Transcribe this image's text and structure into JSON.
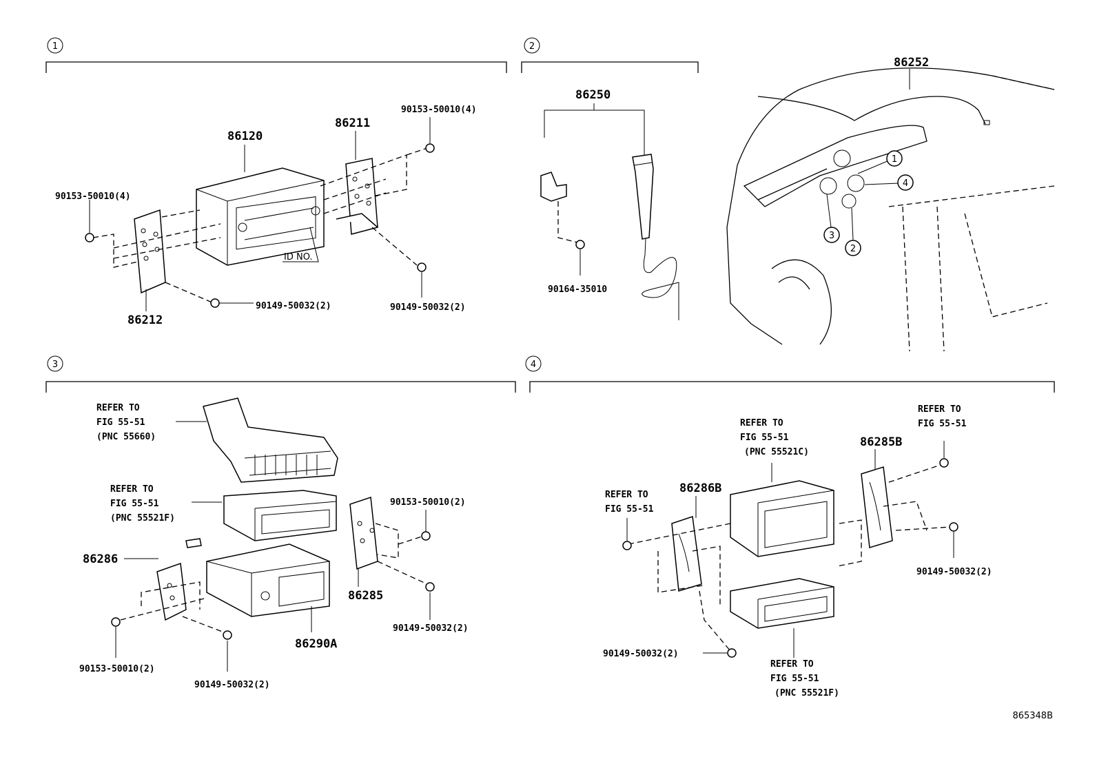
{
  "sections": [
    {
      "number": "1"
    },
    {
      "number": "2"
    },
    {
      "number": "3"
    },
    {
      "number": "4"
    }
  ],
  "inset_callouts": [
    "1",
    "4",
    "3",
    "2"
  ],
  "labels": {
    "s1_86120": "86120",
    "s1_86211": "86211",
    "s1_86212": "86212",
    "s1_bolt_top_right": "90153-50010(4)",
    "s1_bolt_left": "90153-50010(4)",
    "s1_screw_bottom": "90149-50032(2)",
    "s1_screw_right": "90149-50032(2)",
    "s1_id_no": "ID NO.",
    "s2_86250": "86250",
    "s2_screw": "90164-35010",
    "s2_86252": "86252",
    "s3_refer1_line1": "REFER TO",
    "s3_refer1_line2": "FIG 55-51",
    "s3_refer1_line3": "(PNC 55660)",
    "s3_refer2_line1": "REFER TO",
    "s3_refer2_line2": "FIG 55-51",
    "s3_refer2_line3": "(PNC 55521F)",
    "s3_bolt_right": "90153-50010(2)",
    "s3_86286": "86286",
    "s3_86285": "86285",
    "s3_86290a": "86290A",
    "s3_screw_right": "90149-50032(2)",
    "s3_bolt_left": "90153-50010(2)",
    "s3_screw_bottom": "90149-50032(2)",
    "s4_refer1_line1": "REFER TO",
    "s4_refer1_line2": "FIG 55-51",
    "s4_refer1_line3": "(PNC 55521C)",
    "s4_refer2_line1": "REFER TO",
    "s4_refer2_line2": "FIG 55-51",
    "s4_86285b": "86285B",
    "s4_86286b": "86286B",
    "s4_refer3_line1": "REFER TO",
    "s4_refer3_line2": "FIG 55-51",
    "s4_screw_right": "90149-50032(2)",
    "s4_screw_left": "90149-50032(2)",
    "s4_refer4_line1": "REFER TO",
    "s4_refer4_line2": "FIG 55-51",
    "s4_refer4_line3": "(PNC 55521F)",
    "figure_id": "865348B"
  }
}
